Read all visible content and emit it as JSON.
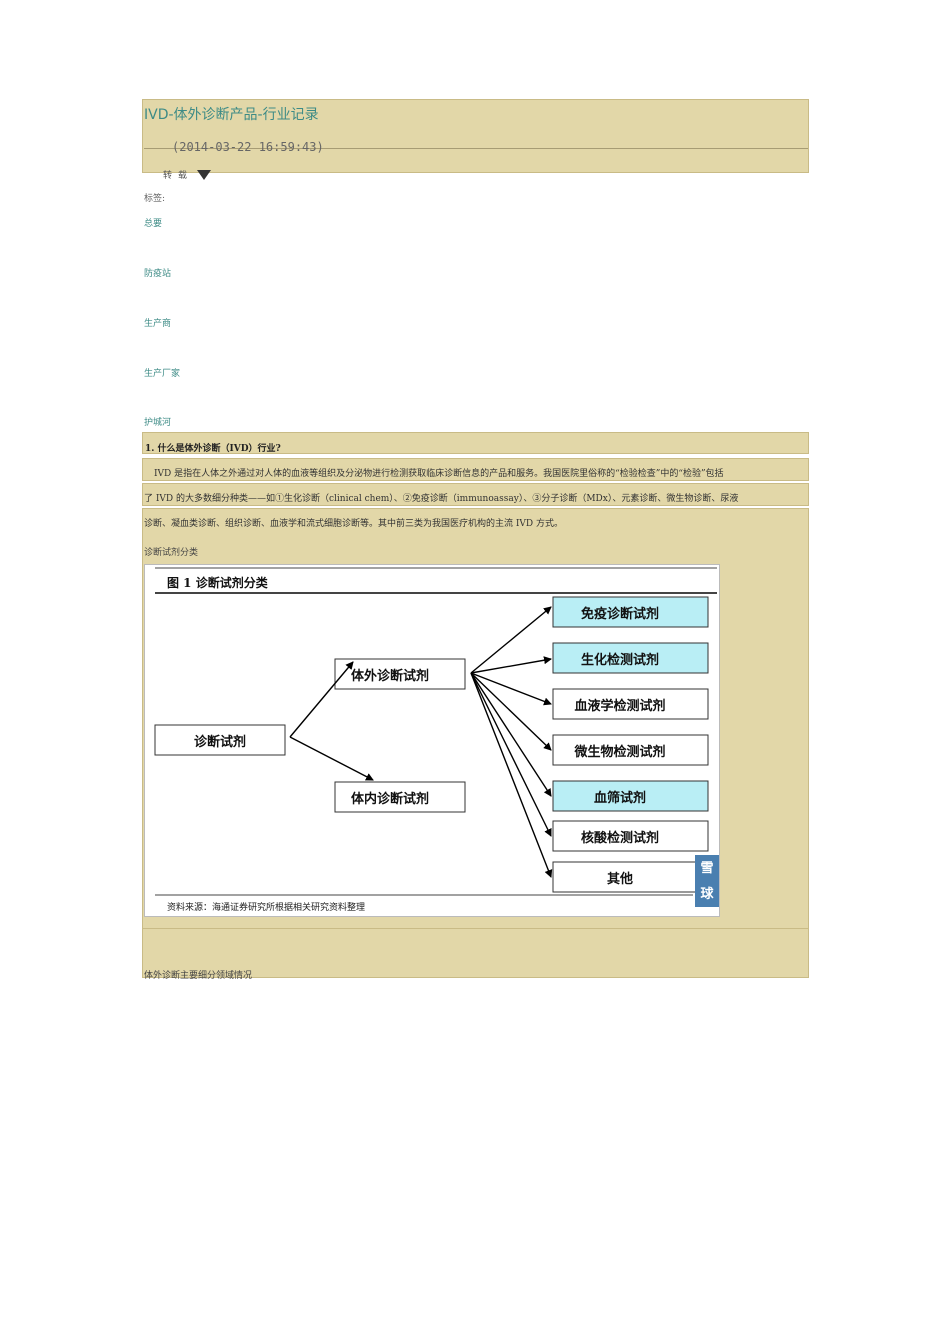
{
  "doc": {
    "title": "IVD-体外诊断产品-行业记录",
    "date": "(2014-03-22 16:59:43)",
    "repost": "转载",
    "tags_label": "标签:",
    "tags": [
      "总要",
      "防疫站",
      "生产商",
      "生产厂家",
      "护城河"
    ]
  },
  "section1": {
    "heading": "1. 什么是体外诊断（IVD）行业?",
    "para_line1": "IVD 是指在人体之外通过对人体的血液等组织及分泌物进行检测获取临床诊断信息的产品和服务。我国医院里俗称的“检验检查”中的“检验”包括",
    "para_line2": "了 IVD 的大多数细分种类——如①生化诊断（clinical chem）、②免疫诊断（immunoassay）、③分子诊断（MDx）、元素诊断、微生物诊断、尿液",
    "para_line3": "诊断、凝血类诊断、组织诊断、血液学和流式细胞诊断等。其中前三类为我国医疗机构的主流 IVD 方式。",
    "fig_caption": "诊断试剂分类"
  },
  "figure": {
    "title": "图 1 诊断试剂分类",
    "root": "诊断试剂",
    "mid": [
      "体外诊断试剂",
      "体内诊断试剂"
    ],
    "leaves": [
      {
        "label": "免疫诊断试剂",
        "highlight": true
      },
      {
        "label": "生化检测试剂",
        "highlight": true
      },
      {
        "label": "血液学检测试剂",
        "highlight": false
      },
      {
        "label": "微生物检测试剂",
        "highlight": false
      },
      {
        "label": "血筛试剂",
        "highlight": true
      },
      {
        "label": "核酸检测试剂",
        "highlight": false
      },
      {
        "label": "其他",
        "highlight": false
      }
    ],
    "source": "资料来源：海通证券研究所根据相关研究资料整理",
    "watermark": "雪球",
    "highlight_color": "#b9eef5"
  },
  "section2": {
    "heading": "体外诊断主要细分领域情况"
  }
}
